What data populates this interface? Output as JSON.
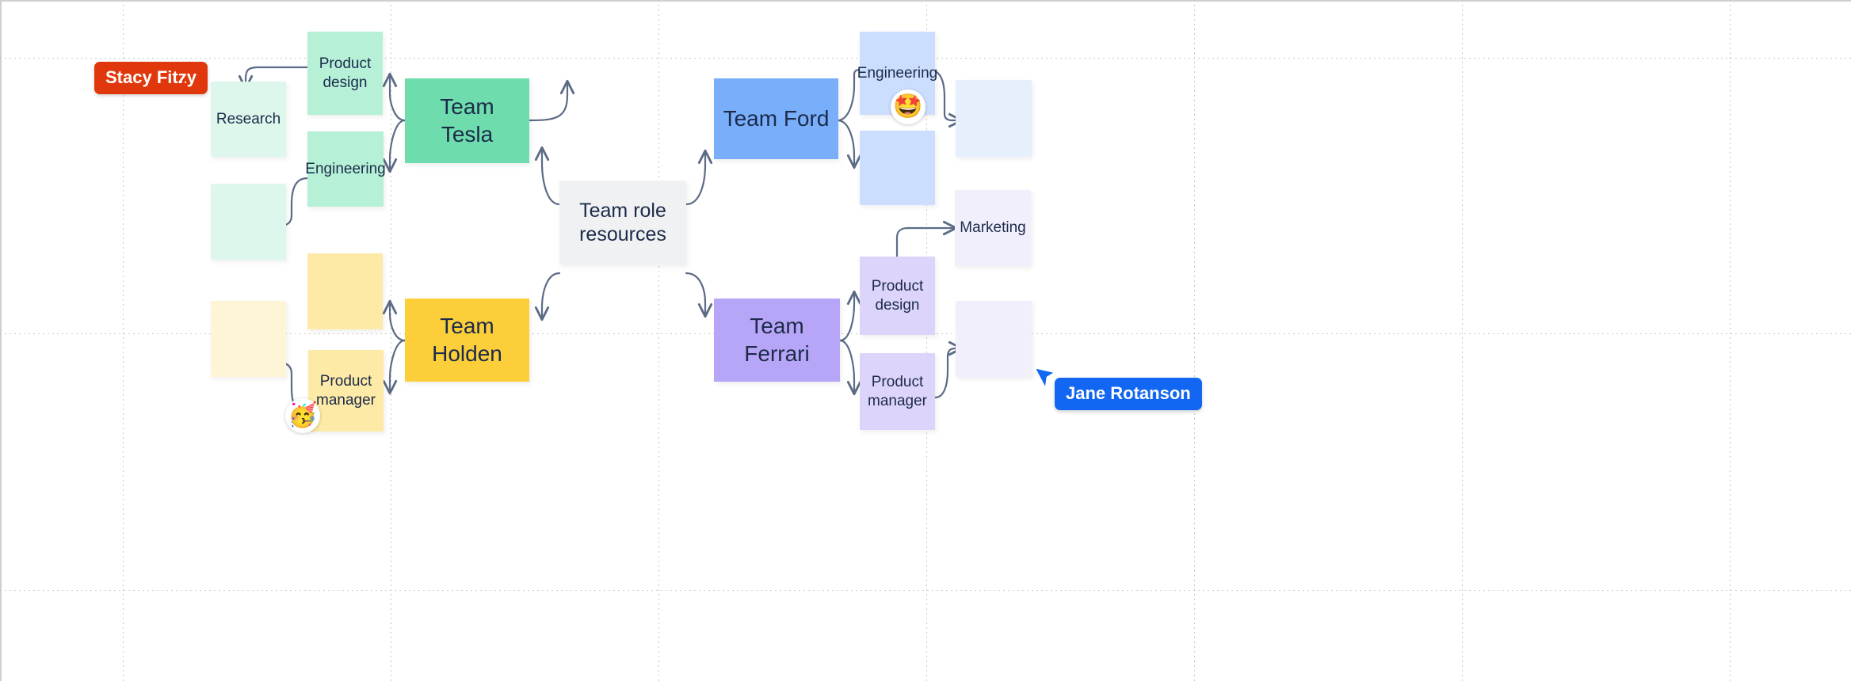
{
  "board": {
    "background_color": "#ffffff",
    "grid_color": "#c9c9c9",
    "edge_color": "#5c6b85"
  },
  "hub": {
    "label": "Team role\nresources",
    "color": "#f0f1f2"
  },
  "teams": [
    {
      "id": "tesla",
      "label": "Team Tesla",
      "color": "#6edcad"
    },
    {
      "id": "ford",
      "label": "Team Ford",
      "color": "#79aefb"
    },
    {
      "id": "holden",
      "label": "Team Holden",
      "color": "#fcce3a"
    },
    {
      "id": "ferrari",
      "label": "Team Ferrari",
      "color": "#b7a5f7"
    }
  ],
  "nodes": [
    {
      "id": "tesla-product-design",
      "label": "Product\ndesign",
      "color": "#b5f0d7",
      "team": "tesla"
    },
    {
      "id": "tesla-engineering",
      "label": "Engineering",
      "color": "#b5f0d7",
      "team": "tesla"
    },
    {
      "id": "tesla-research",
      "label": "Research",
      "color": "#ddf7ec",
      "team": "tesla"
    },
    {
      "id": "tesla-blank",
      "label": "",
      "color": "#ddf7ec",
      "team": "tesla"
    },
    {
      "id": "ford-engineering",
      "label": "Engineering",
      "color": "#cbdefd",
      "team": "ford"
    },
    {
      "id": "ford-blank-a",
      "label": "",
      "color": "#cbdefd",
      "team": "ford"
    },
    {
      "id": "ford-blank-b",
      "label": "",
      "color": "#e6f0fd",
      "team": "ford"
    },
    {
      "id": "holden-blank-top",
      "label": "",
      "color": "#fdeaa6",
      "team": "holden"
    },
    {
      "id": "holden-product-manager",
      "label": "Product\nmanager",
      "color": "#fdeaa6",
      "team": "holden"
    },
    {
      "id": "holden-blank-left",
      "label": "",
      "color": "#fdf5d6",
      "team": "holden"
    },
    {
      "id": "ferrari-product-design",
      "label": "Product\ndesign",
      "color": "#ddd4fb",
      "team": "ferrari"
    },
    {
      "id": "ferrari-product-manager",
      "label": "Product\nmanager",
      "color": "#ddd4fb",
      "team": "ferrari"
    },
    {
      "id": "ferrari-marketing",
      "label": "Marketing",
      "color": "#f2effd",
      "team": "ferrari"
    },
    {
      "id": "ferrari-blank",
      "label": "",
      "color": "#f2effd",
      "team": "ferrari"
    }
  ],
  "emojis": [
    {
      "id": "ford-engineering-reaction",
      "glyph": "🤩",
      "name": "star-struck-emoji"
    },
    {
      "id": "holden-pm-reaction",
      "glyph": "🥳",
      "name": "partying-face-emoji"
    }
  ],
  "cursors": [
    {
      "id": "stacy",
      "name": "Stacy Fitzy",
      "color": "#e0380c"
    },
    {
      "id": "jane",
      "name": "Jane Rotanson",
      "color": "#1266f1"
    }
  ]
}
